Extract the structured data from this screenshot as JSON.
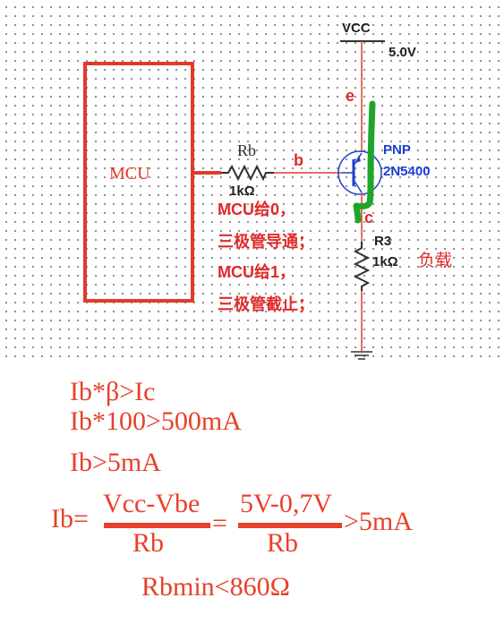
{
  "schematic": {
    "mcu_label": "MCU",
    "rb_name": "Rb",
    "rb_value": "1kΩ",
    "pin_e": "e",
    "pin_b": "b",
    "pin_c": "c",
    "vcc_label": "VCC",
    "vcc_voltage": "5.0V",
    "transistor_type": "PNP",
    "transistor_model": "2N5400",
    "r3_name": "R3",
    "r3_value": "1kΩ",
    "load_label": "负载",
    "note_lines": [
      "MCU给0，",
      "三极管导通；",
      "MCU给1，",
      "三极管截止；"
    ]
  },
  "formulas": {
    "line1": "Ib*β>Ic",
    "line2": "Ib*100>500mA",
    "line3": "Ib>5mA",
    "ib_eq": "Ib=",
    "num1": "Vcc-Vbe",
    "den1": "Rb",
    "equals": "=",
    "num2": "5V-0,7V",
    "den2": "Rb",
    "gt5": ">5mA",
    "result": "Rbmin<860Ω"
  },
  "colors": {
    "wire_red": "#e23a2a",
    "wire_dark": "#303030",
    "transistor_blue": "#1a3fd0",
    "pin_label_red": "#e02a2a",
    "annotation_green": "#1fa52a",
    "formula_red": "#e8402a"
  }
}
